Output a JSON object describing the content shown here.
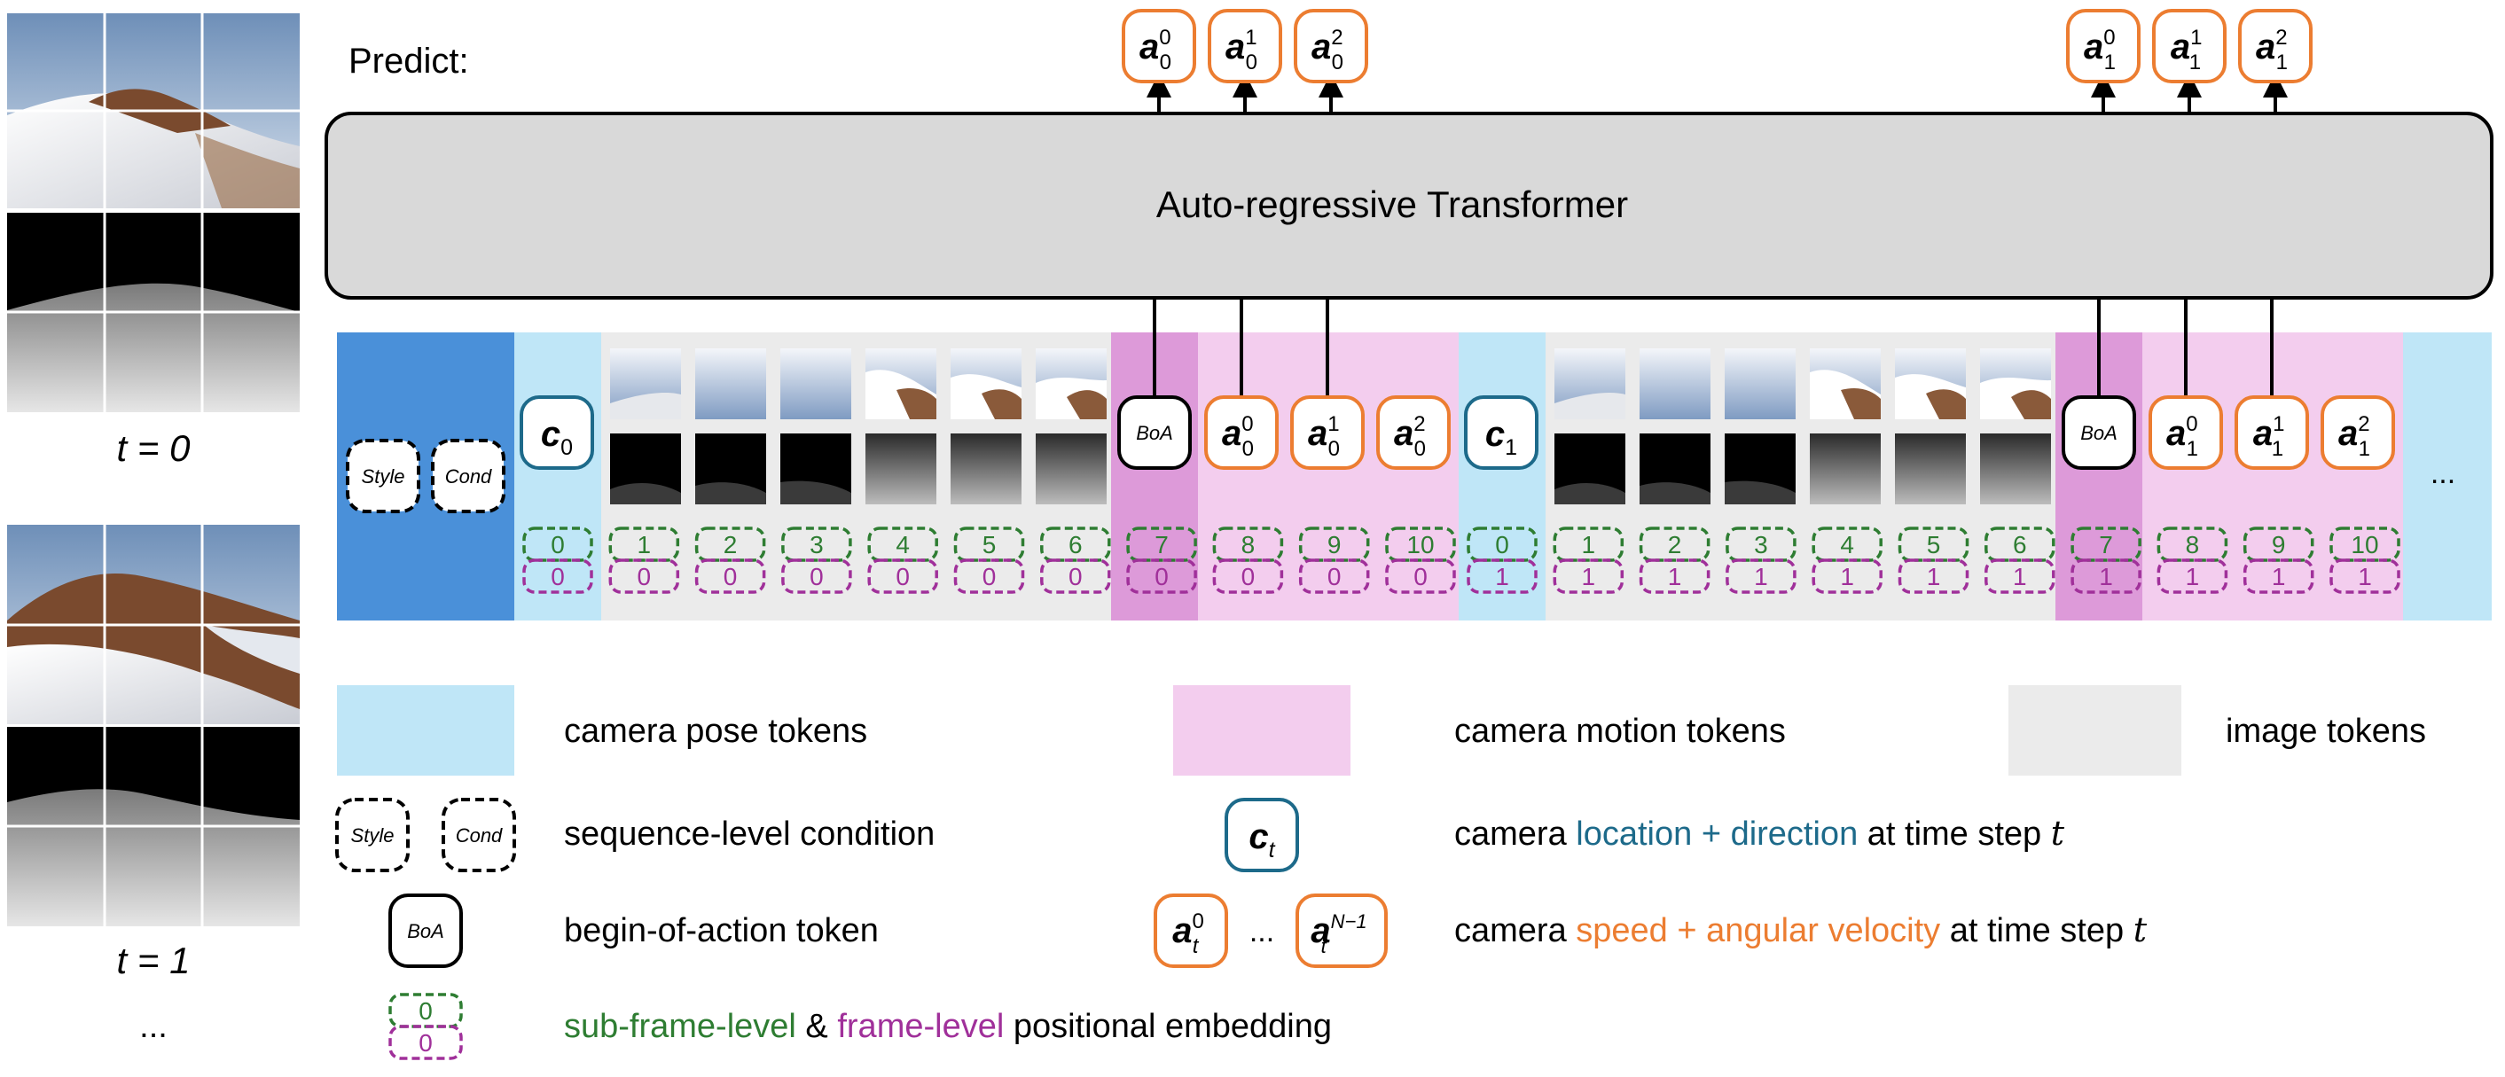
{
  "predict_label": "Predict:",
  "transformer_label": "Auto-regressive Transformer",
  "time_labels": [
    "t = 0",
    "t = 1"
  ],
  "left_ellipsis": "...",
  "seq_ellipsis": "...",
  "style_label": "Style",
  "cond_label": "Cond",
  "boa_label": "BoA",
  "pose_tokens": [
    {
      "base": "c",
      "sub": "0"
    },
    {
      "base": "c",
      "sub": "1"
    }
  ],
  "motion_tokens": [
    {
      "base": "a",
      "sup": "0",
      "sub": "0"
    },
    {
      "base": "a",
      "sup": "1",
      "sub": "0"
    },
    {
      "base": "a",
      "sup": "2",
      "sub": "0"
    },
    {
      "base": "a",
      "sup": "0",
      "sub": "1"
    },
    {
      "base": "a",
      "sup": "1",
      "sub": "1"
    },
    {
      "base": "a",
      "sup": "2",
      "sub": "1"
    }
  ],
  "subframe_positions": [
    "0",
    "1",
    "2",
    "3",
    "4",
    "5",
    "6",
    "7",
    "8",
    "9",
    "10",
    "0",
    "1",
    "2",
    "3",
    "4",
    "5",
    "6",
    "7",
    "8",
    "9",
    "10"
  ],
  "frame_positions": [
    "0",
    "0",
    "0",
    "0",
    "0",
    "0",
    "0",
    "0",
    "0",
    "0",
    "0",
    "1",
    "1",
    "1",
    "1",
    "1",
    "1",
    "1",
    "1",
    "1",
    "1",
    "1"
  ],
  "legend": {
    "pose": "camera pose tokens",
    "motion": "camera motion tokens",
    "image": "image tokens",
    "sequence": "sequence-level condition",
    "boa": "begin-of-action token",
    "ct_prefix": "camera ",
    "ct_colored": "location + direction",
    "ct_suffix": " at time step ",
    "at_prefix": "camera ",
    "at_colored": "speed + angular velocity",
    "at_suffix": " at time step ",
    "t_symbol": "t",
    "ct_token": {
      "base": "c",
      "sub": "t"
    },
    "at_first": {
      "base": "a",
      "sup": "0",
      "sub": "t"
    },
    "at_last": {
      "base": "a",
      "sup": "N−1",
      "sub": "t"
    },
    "at_dots": "...",
    "pos_green": "sub-frame-level",
    "pos_amp": " & ",
    "pos_purple": "frame-level",
    "pos_suffix": " positional embedding",
    "pos_sample_green": "0",
    "pos_sample_purple": "0"
  },
  "colors": {
    "pose_bg": "#bfe6f7",
    "motion_bg": "#f3cdee",
    "boa_bg": "#dd9ad9",
    "image_bg": "#ebebeb",
    "cond_bg": "#4a90d9",
    "orange": "#ec7d31",
    "teal": "#1d6a8a",
    "green": "#2e7d32",
    "purple": "#a0309a",
    "transformer_fill": "#d9d9d9"
  }
}
